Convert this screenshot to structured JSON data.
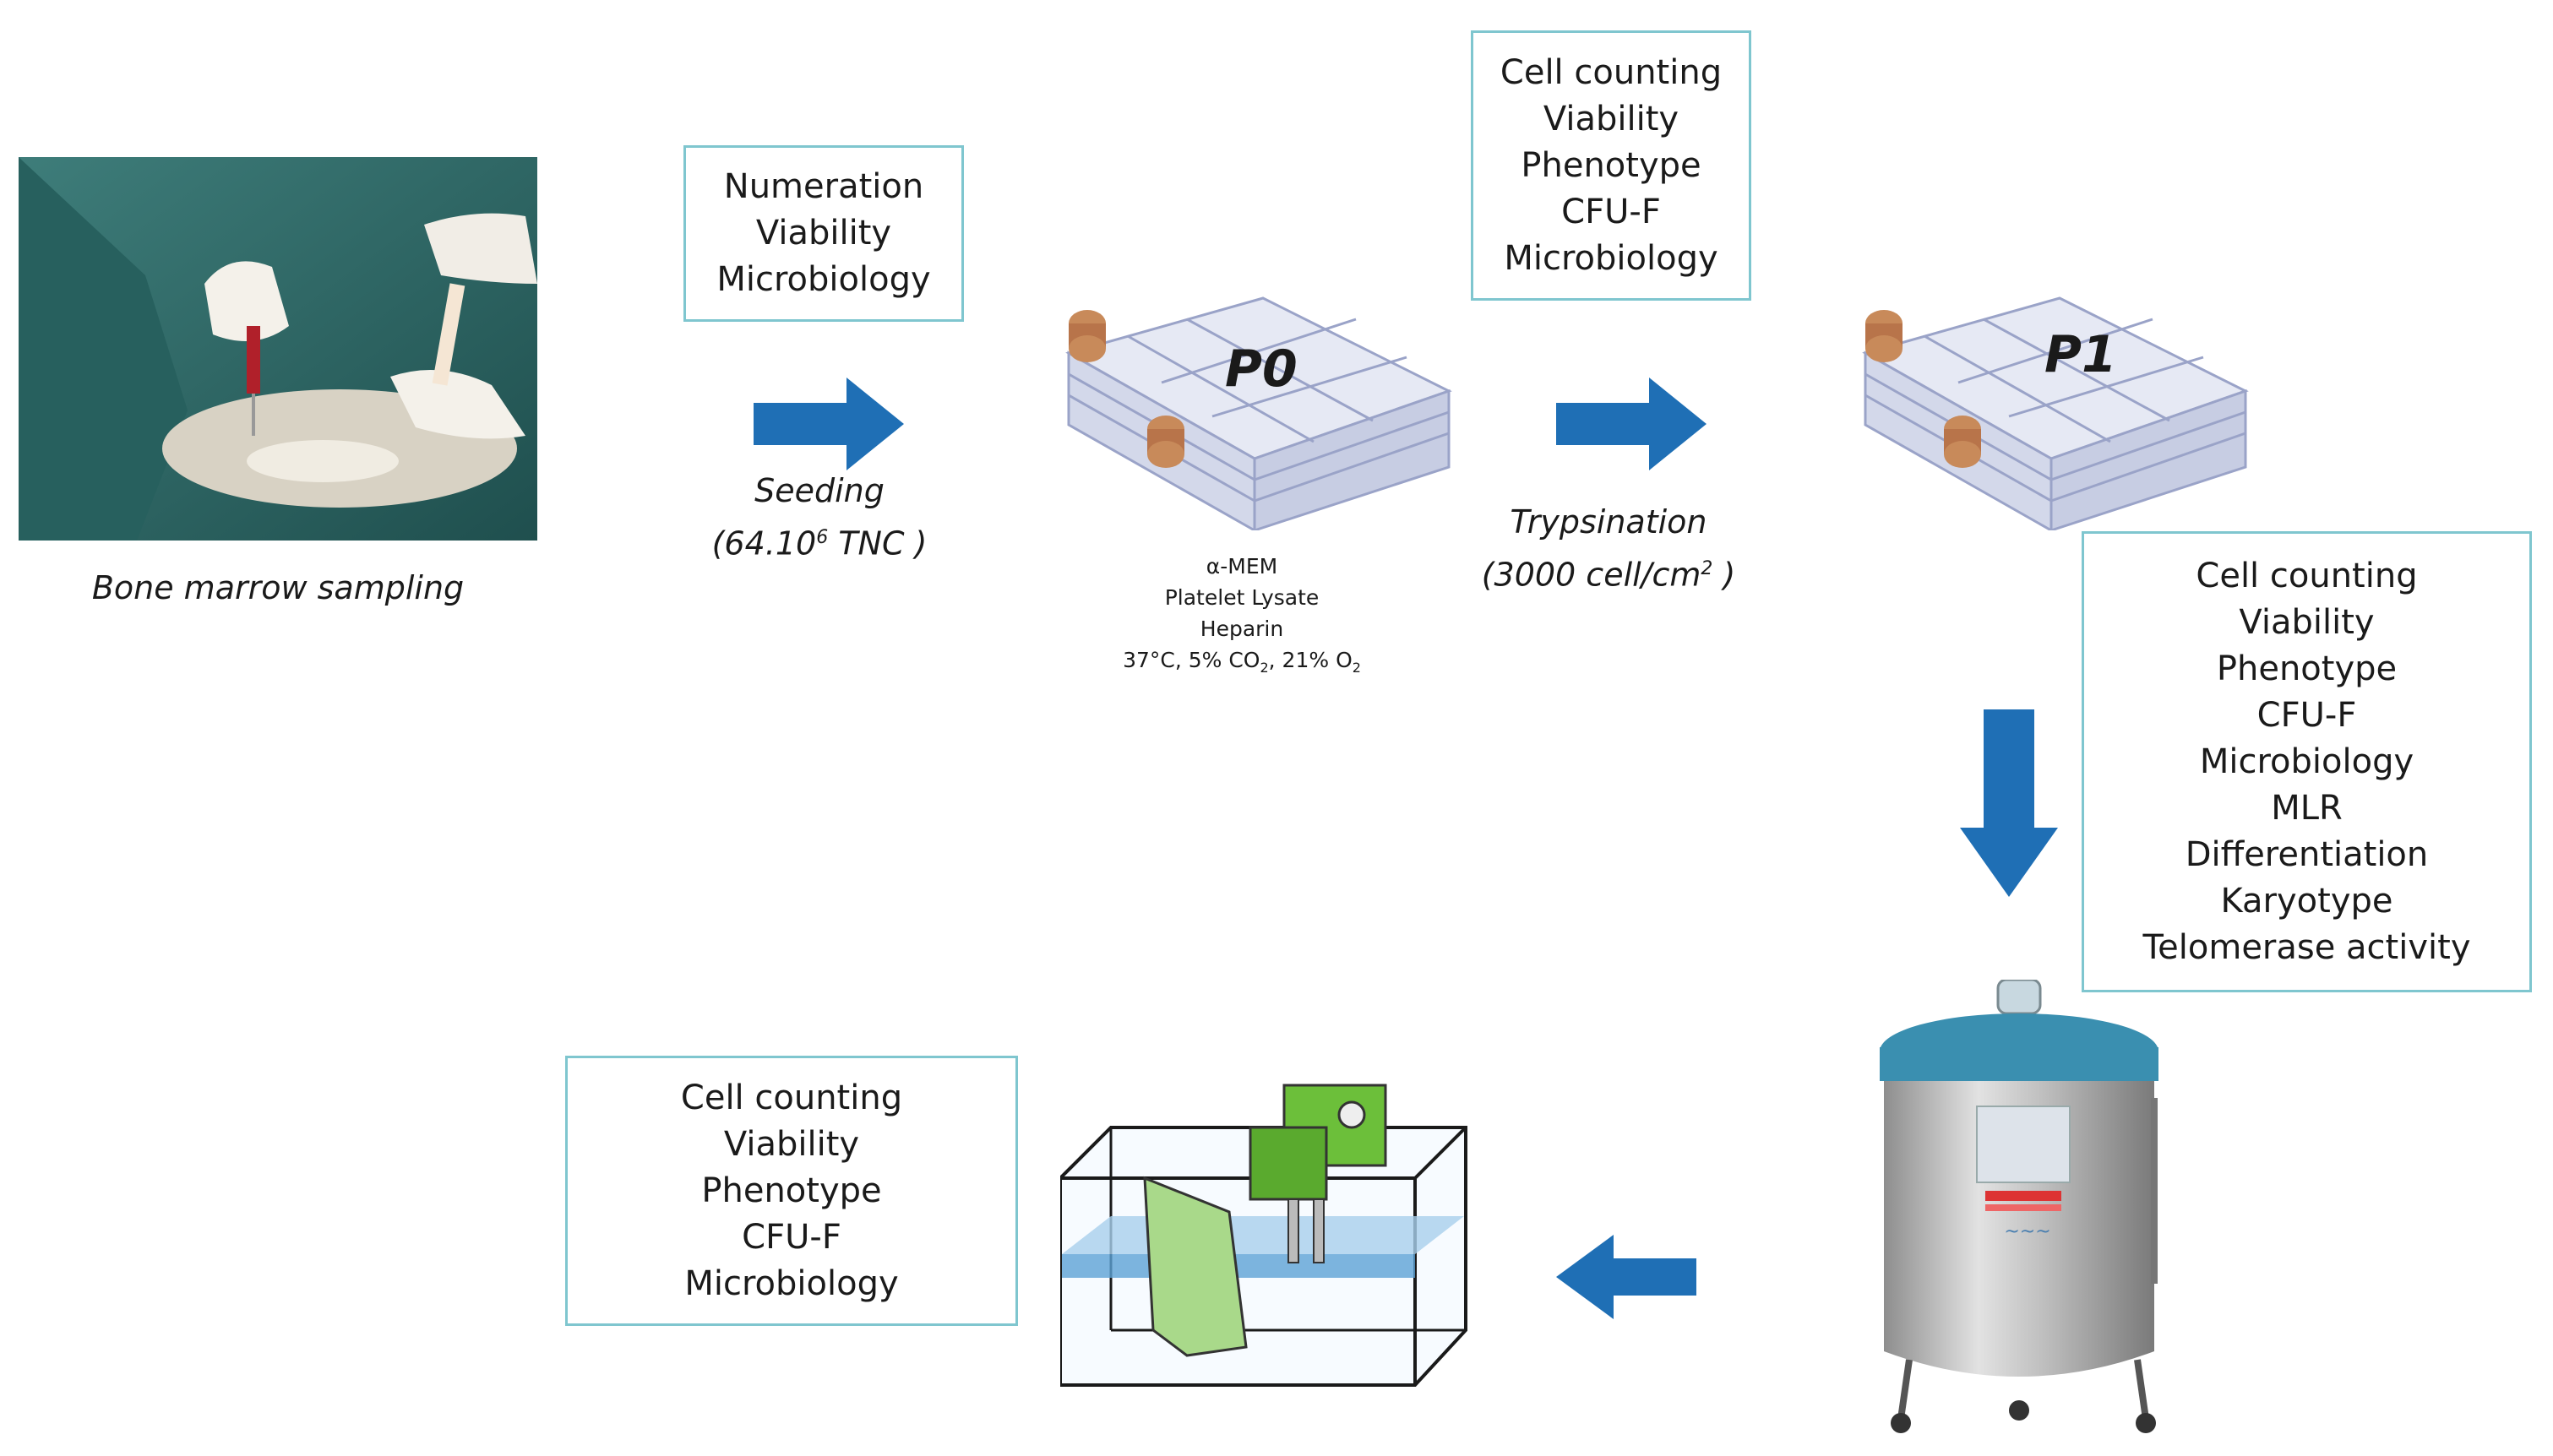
{
  "sampling": {
    "caption": "Bone marrow sampling"
  },
  "qc_seeding": [
    "Numeration",
    "Viability",
    "Microbiology"
  ],
  "seeding": {
    "line1": "Seeding",
    "line2_prefix": "(64.10",
    "line2_sup": "6",
    "line2_suffix": " TNC )"
  },
  "flask_p0": {
    "label": "P0"
  },
  "culture_medium": {
    "line1": "α-MEM",
    "line2": "Platelet  Lysate",
    "line3": "Heparin",
    "line4_a": "37°C, 5% CO",
    "line4_sub1": "2",
    "line4_b": ", 21% O",
    "line4_sub2": "2"
  },
  "qc_p0": [
    "Cell counting",
    "Viability",
    "Phenotype",
    "CFU-F",
    "Microbiology"
  ],
  "trypsination": {
    "line1": "Trypsination",
    "line2_prefix": "(3000 cell/cm",
    "line2_sup": "2",
    "line2_suffix": " )"
  },
  "flask_p1": {
    "label": "P1"
  },
  "qc_p1": [
    "Cell counting",
    "Viability",
    "Phenotype",
    "CFU-F",
    "Microbiology",
    "MLR",
    "Differentiation",
    "Karyotype",
    "Telomerase activity"
  ],
  "qc_thaw": [
    "Cell counting",
    "Viability",
    "Phenotype",
    "CFU-F",
    "Microbiology"
  ],
  "colors": {
    "arrow": "#1f6fb5",
    "box_border": "#7fc6cf",
    "drape": "#2e6f6d",
    "tank_lid": "#3a8fb0",
    "bath_device": "#6cbf3a"
  },
  "icons": {
    "surgery": "bone-marrow-sampling-photo",
    "flask": "cell-factory-flask",
    "tank": "cryogenic-storage-tank",
    "bath": "thawing-water-bath"
  }
}
